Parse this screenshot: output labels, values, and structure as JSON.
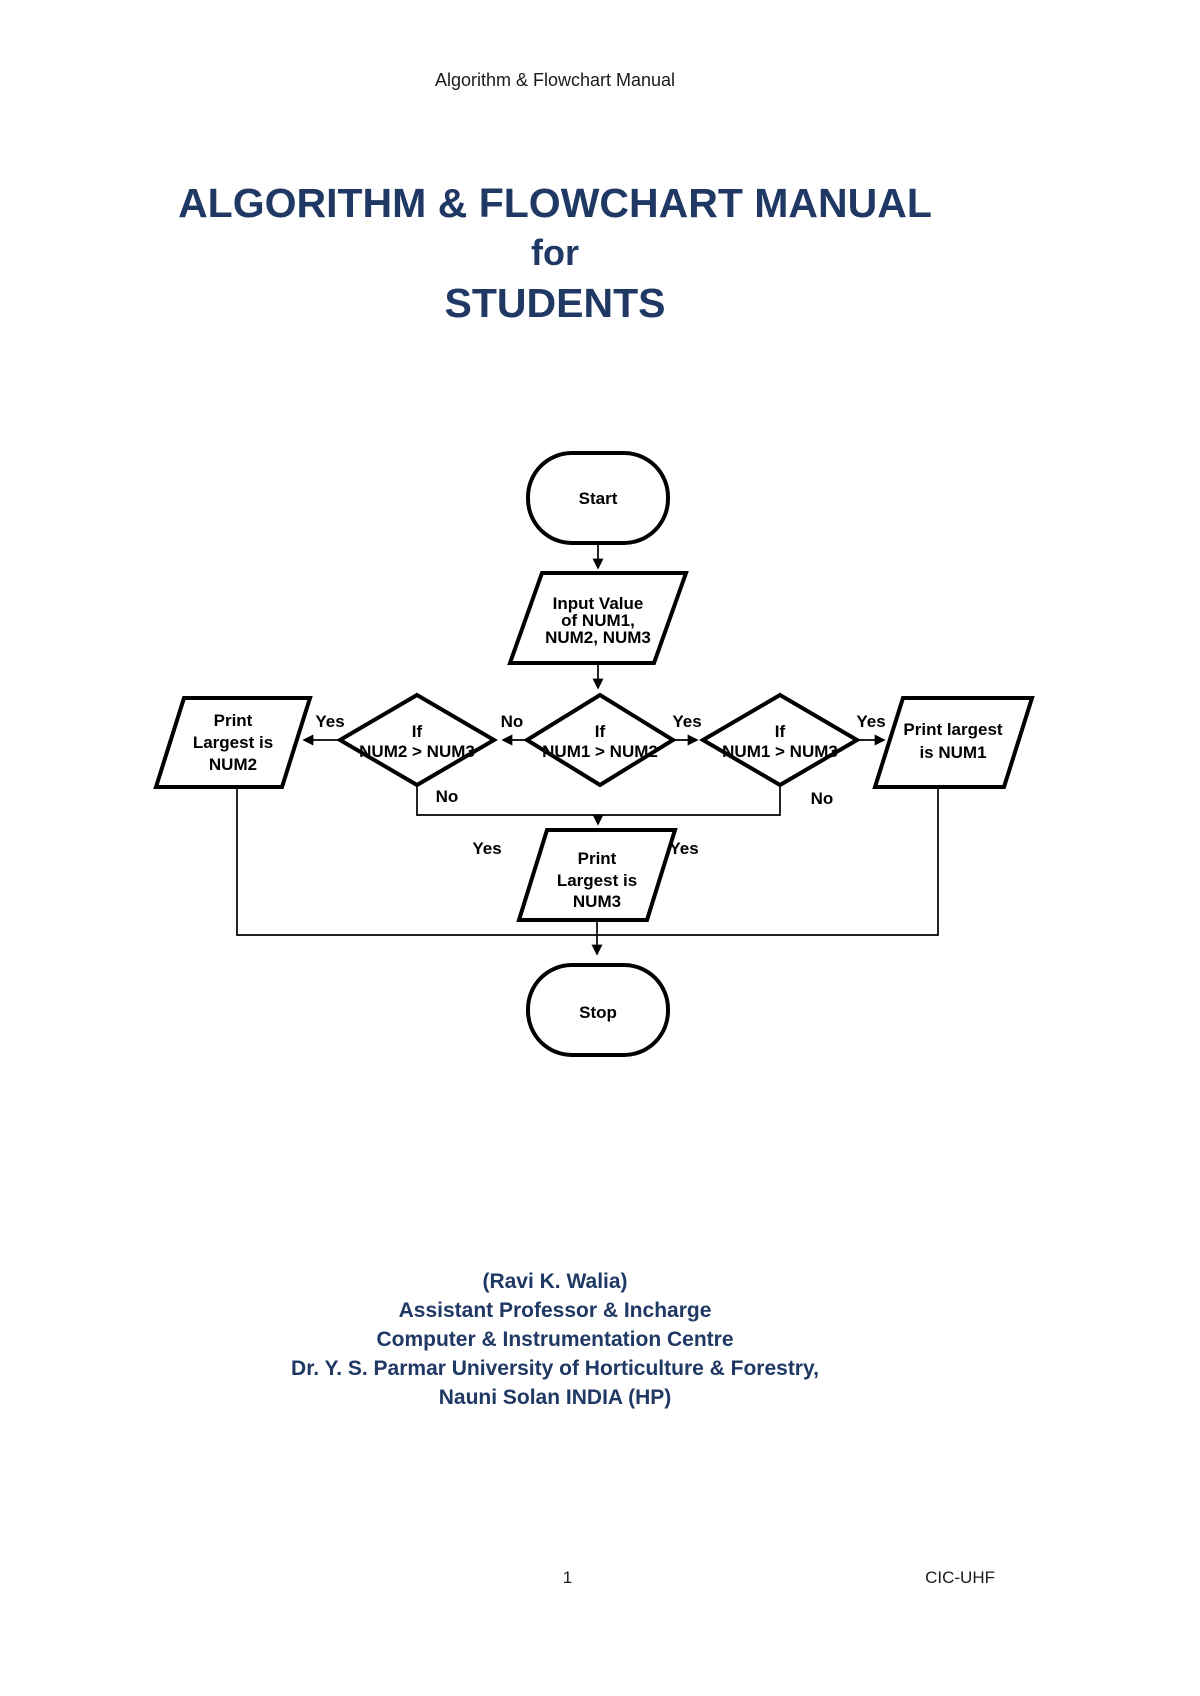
{
  "colors": {
    "navy": "#1f3864",
    "ink": "#1a1a1a",
    "line": "#000000"
  },
  "header": {
    "text": "Algorithm & Flowchart Manual"
  },
  "title": {
    "line1": "ALGORITHM & FLOWCHART MANUAL",
    "line2": "for",
    "line3": "STUDENTS"
  },
  "flowchart": {
    "start": "Start",
    "input": [
      "Input Value",
      "of NUM1,",
      "NUM2, NUM3"
    ],
    "decision_left": [
      "If",
      "NUM2 > NUM3"
    ],
    "decision_center": [
      "If",
      "NUM1 > NUM2"
    ],
    "decision_right": [
      "If",
      "NUM1 > NUM3"
    ],
    "print_num2": [
      "Print",
      "Largest is",
      "NUM2"
    ],
    "print_num1": [
      "Print largest",
      "is NUM1"
    ],
    "print_num3": [
      "Print",
      "Largest is",
      "NUM3"
    ],
    "stop": "Stop",
    "labels": {
      "no_center_to_left": "No",
      "yes_center_to_right": "Yes",
      "yes_left_to_print2": "Yes",
      "yes_right_to_print1": "Yes",
      "no_below_left": "No",
      "no_below_right": "No",
      "yes_num3_left": "Yes",
      "yes_num3_right": "Yes"
    }
  },
  "author": {
    "lines": [
      "(Ravi K. Walia)",
      "Assistant Professor & Incharge",
      "Computer & Instrumentation Centre",
      "Dr. Y. S. Parmar University of Horticulture & Forestry,",
      "Nauni Solan INDIA (HP)"
    ]
  },
  "footer": {
    "page_number": "1",
    "org": "CIC-UHF"
  }
}
